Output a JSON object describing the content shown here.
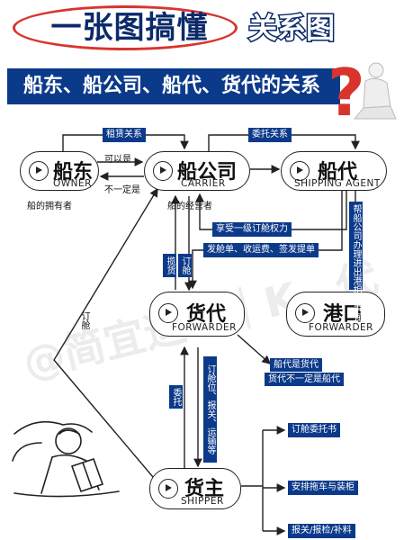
{
  "title": {
    "main": "一张图搞懂",
    "sub": "关系图"
  },
  "banner": "船东、船公司、船代、货代的关系",
  "watermark": "@简宜运…｜K…代",
  "nodes": {
    "owner": {
      "zh": "船东",
      "en": "OWNER"
    },
    "carrier": {
      "zh": "船公司",
      "en": "CARRIER"
    },
    "agent": {
      "zh": "船代",
      "en": "SHIPPING AGENT"
    },
    "forwarder": {
      "zh": "货代",
      "en": "FORWARDER"
    },
    "port": {
      "zh": "港口",
      "en": "FORWARDER"
    },
    "shipper": {
      "zh": "货主",
      "en": "SHIPPER"
    }
  },
  "labels": {
    "lease": "租赁关系",
    "entrust": "委托关系",
    "can_be": "可以是",
    "not_necessarily": "不一定是",
    "owner_of_ship": "船的拥有者",
    "operator_of_ship": "船的经营者",
    "booking_right": "享受一级订舱权力",
    "issue_docs": "发舱单、收运费、签发提单",
    "help_port": "帮船公司办理进出港相关事宜",
    "booking_space": "订舱",
    "book": "订舱",
    "cargo_release": "揽货",
    "agent_note_1": "船代是货代",
    "agent_note_2": "货代不一定是船代",
    "entrust_short": "委托",
    "services": "订舱位、报关、运输等",
    "task1": "订舱委托书",
    "task2": "安排拖车与装柜",
    "task3": "报关/报检/补料"
  },
  "colors": {
    "navy": "#0c3a8a",
    "red": "#d8342c",
    "dark": "#0b2a6a"
  }
}
